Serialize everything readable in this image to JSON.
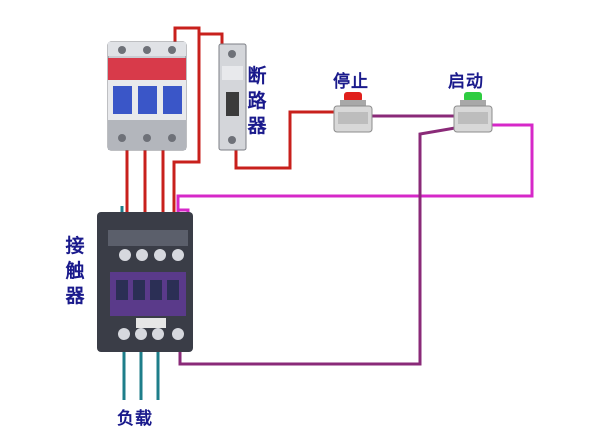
{
  "labels": {
    "breaker": "断路器",
    "stop_button": "停止",
    "start_button": "启动",
    "contactor": "接触器",
    "load": "负载"
  },
  "colors": {
    "power_wire": "#c8201c",
    "control_wire": "#d628c8",
    "return_wire": "#8a2a78",
    "load_wire": "#1e7e8a",
    "label_text": "#1a1a8c",
    "stop_cap": "#e0201c",
    "start_cap": "#2ecc40",
    "contactor_body": "#3a3d47",
    "contactor_face": "#5a3a8a",
    "breaker_stripe": "#d83a4a",
    "breaker_blue": "#3a56c8"
  },
  "components": [
    {
      "name": "3-pole circuit breaker"
    },
    {
      "name": "1-pole circuit breaker"
    },
    {
      "name": "stop push button",
      "cap": "red"
    },
    {
      "name": "start push button",
      "cap": "green"
    },
    {
      "name": "AC contactor"
    },
    {
      "name": "load terminals",
      "count": 3
    }
  ]
}
